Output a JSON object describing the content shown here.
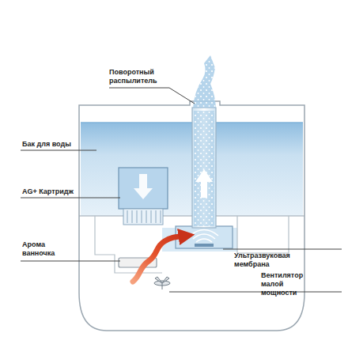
{
  "diagram": {
    "labels": [
      "Поворотный распылитель",
      "Бак для воды",
      "AG+ Картридж",
      "Арома ванночка",
      "Ультразвуковая мембрана",
      "Вентилятор малой мощности"
    ]
  }
}
